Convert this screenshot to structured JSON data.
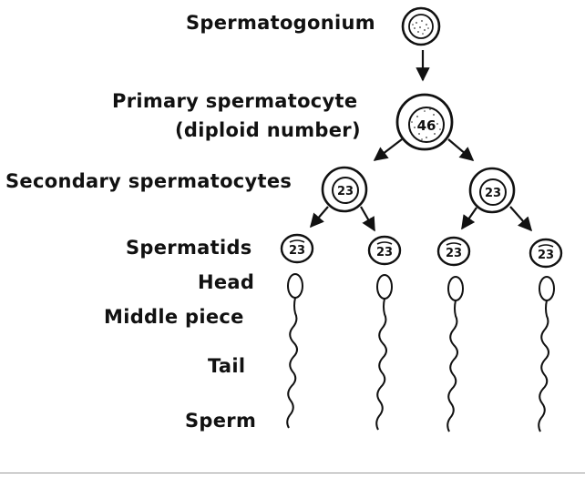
{
  "labels": {
    "spermatogonium": "Spermatogonium",
    "primary_line1": "Primary spermatocyte",
    "primary_line2": "(diploid number)",
    "secondary": "Secondary spermatocytes",
    "spermatids": "Spermatids",
    "head": "Head",
    "middle_piece": "Middle piece",
    "tail": "Tail",
    "sperm": "Sperm"
  },
  "cells": {
    "primary_count": "46",
    "secondary_count": "23",
    "spermatid_count": "23"
  },
  "colors": {
    "ink": "#111111",
    "stipple": "#333333",
    "rule": "#9a9a9a"
  }
}
